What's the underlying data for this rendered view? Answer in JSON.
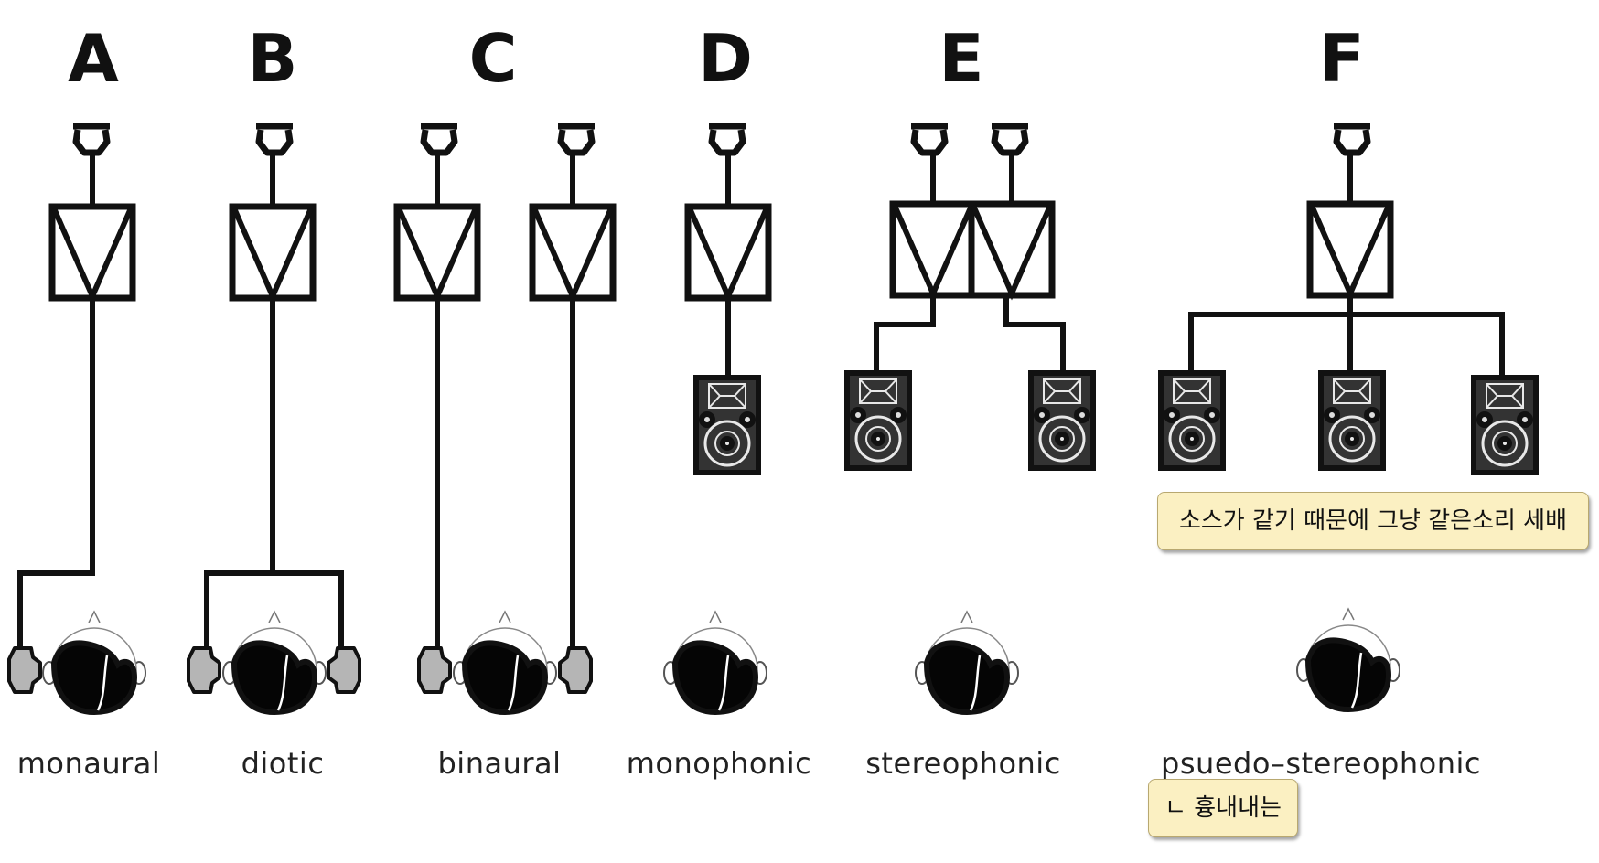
{
  "panels": [
    {
      "letter": "A",
      "caption": "monaural"
    },
    {
      "letter": "B",
      "caption": "diotic"
    },
    {
      "letter": "C",
      "caption": "binaural"
    },
    {
      "letter": "D",
      "caption": "monophonic"
    },
    {
      "letter": "E",
      "caption": "stereophonic"
    },
    {
      "letter": "F",
      "caption": "psuedo–stereophonic"
    }
  ],
  "notes": {
    "speakers_note": "소스가 같기 때문에 그냥 같은소리 세배",
    "pseudo_note": "ㄴ 흉내내는"
  },
  "colors": {
    "stroke": "#111111",
    "earphone_fill": "#b5b5b5",
    "speaker_fill": "#333333",
    "note_fill": "#fbf0c2"
  }
}
